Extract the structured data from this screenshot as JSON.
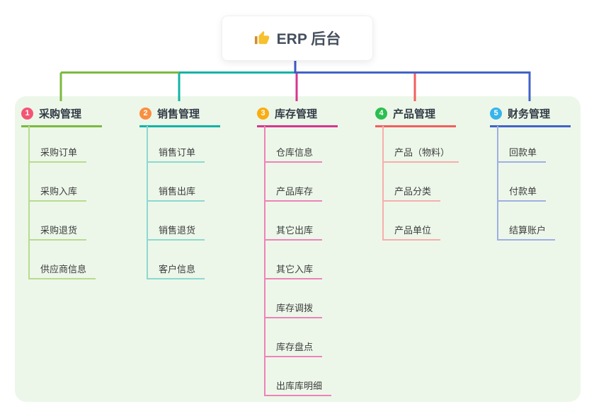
{
  "root": {
    "title": "ERP 后台",
    "icon": "thumbs-up-icon"
  },
  "branches": [
    {
      "index": "1",
      "title": "采购管理",
      "badge_color": "#f45575",
      "line_color": "#7cb93f",
      "child_line_color": "#b8db8f",
      "children": [
        "采购订单",
        "采购入库",
        "采购退货",
        "供应商信息"
      ]
    },
    {
      "index": "2",
      "title": "销售管理",
      "badge_color": "#f98f40",
      "line_color": "#12b3a6",
      "child_line_color": "#8ed8d0",
      "children": [
        "销售订单",
        "销售出库",
        "销售退货",
        "客户信息"
      ]
    },
    {
      "index": "3",
      "title": "库存管理",
      "badge_color": "#f9ad13",
      "line_color": "#d6368f",
      "child_line_color": "#ef82ba",
      "children": [
        "仓库信息",
        "产品库存",
        "其它出库",
        "其它入库",
        "库存调拨",
        "库存盘点",
        "出库库明细"
      ]
    },
    {
      "index": "4",
      "title": "产品管理",
      "badge_color": "#2abf4f",
      "line_color": "#f25e5e",
      "child_line_color": "#f8adad",
      "children": [
        "产品（物料）",
        "产品分类",
        "产品单位"
      ]
    },
    {
      "index": "5",
      "title": "财务管理",
      "badge_color": "#38b4ea",
      "line_color": "#4362c8",
      "child_line_color": "#9fafe2",
      "children": [
        "回款单",
        "付款单",
        "结算账户"
      ]
    }
  ],
  "colors": {
    "panel_bg": "#ecf7e9",
    "root_stem": "#4356c4",
    "title_text": "#333c47",
    "child_text": "#3d3d3d"
  }
}
